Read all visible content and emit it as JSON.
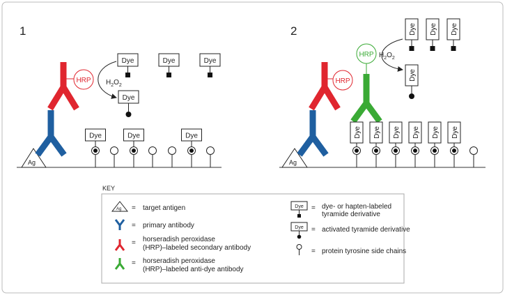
{
  "panels": {
    "panel1_number": "1",
    "panel2_number": "2"
  },
  "labels": {
    "hrp": "HRP",
    "dye": "Dye",
    "ag": "Ag",
    "h2o2_main": "H",
    "h2o2_sub1": "2",
    "h2o2_o": "O",
    "h2o2_sub2": "2"
  },
  "key": {
    "title": "KEY",
    "equals": "=",
    "items_left": [
      {
        "line1": "target antigen",
        "line2": ""
      },
      {
        "line1": "primary antibody",
        "line2": ""
      },
      {
        "line1": "horseradish peroxidase",
        "line2": "(HRP)–labeled secondary antibody"
      },
      {
        "line1": "horseradish peroxidase",
        "line2": "(HRP)–labeled anti-dye antibody"
      }
    ],
    "items_right": [
      {
        "line1": "dye- or hapten-labeled",
        "line2": "tyramide derivative"
      },
      {
        "line1": "activated tyramide derivative",
        "line2": ""
      },
      {
        "line1": "protein tyrosine side chains",
        "line2": ""
      }
    ]
  },
  "colors": {
    "primary_antibody": "#1f5fa0",
    "secondary_antibody": "#e0262f",
    "anti_dye_antibody": "#3aaa35",
    "hrp_outline": "#e0262f",
    "hrp_green": "#3aaa35",
    "line": "#333333",
    "frame": "#bbbbbb"
  }
}
